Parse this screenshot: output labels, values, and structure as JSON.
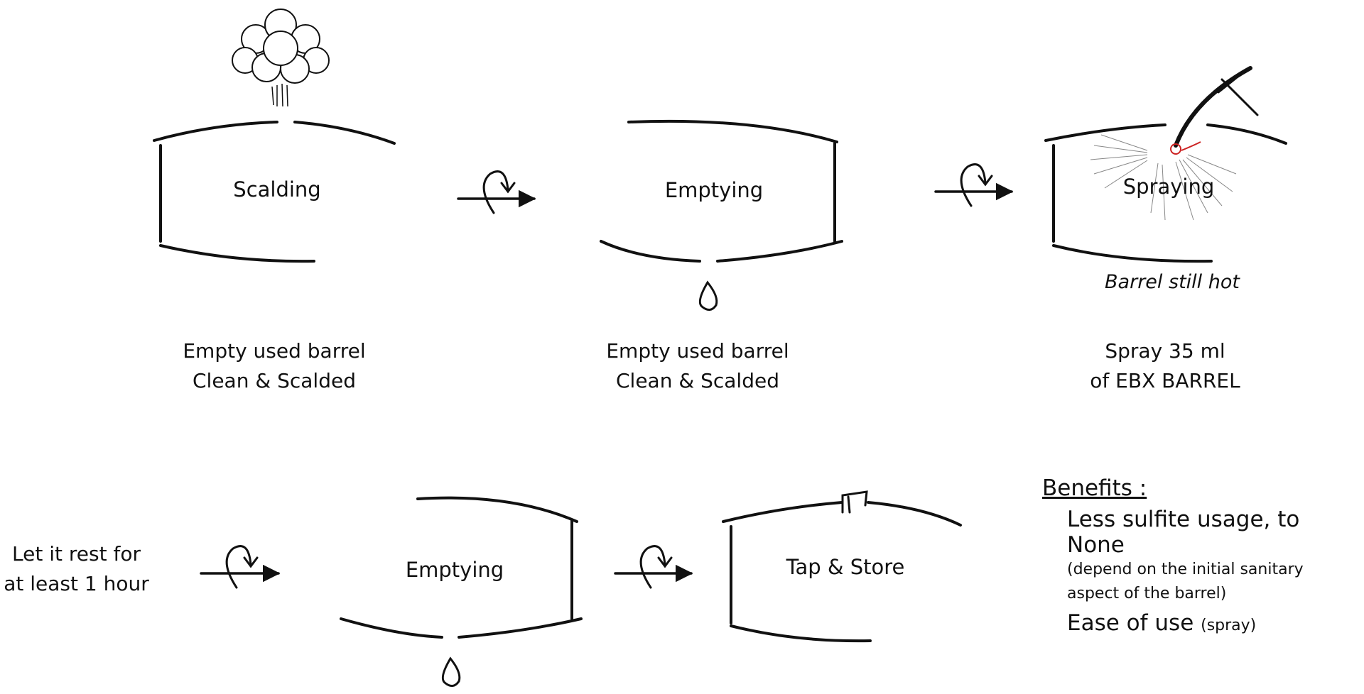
{
  "top_row": {
    "step1": {
      "name": "Scalding",
      "caption": [
        "Empty used barrel",
        "Clean & Scalded"
      ]
    },
    "step2": {
      "name": "Emptying",
      "caption": [
        "Empty used barrel",
        "Clean & Scalded"
      ]
    },
    "step3": {
      "name": "Spraying",
      "note": "Barrel still hot",
      "caption": [
        "Spray 35 ml",
        "of EBX BARREL"
      ]
    }
  },
  "bottom_row": {
    "rest": [
      "Let it rest for",
      "at least 1 hour"
    ],
    "step4": {
      "name": "Emptying"
    },
    "step5": {
      "name": "Tap & Store"
    }
  },
  "benefits": {
    "title": "Benefits :",
    "item1": "Less sulfite usage, to None",
    "item1_note": [
      "(depend on the initial sanitary",
      "aspect of the barrel)"
    ],
    "item2_main": "Ease of use",
    "item2_small": "(spray)"
  },
  "icons": [
    "steam-cloud-icon",
    "water-drop-icon",
    "spray-nozzle-icon",
    "rotation-arrow-icon",
    "bung-icon"
  ],
  "colors": {
    "ink": "#111111",
    "spray": "#888888",
    "accent": "#cc2222"
  }
}
